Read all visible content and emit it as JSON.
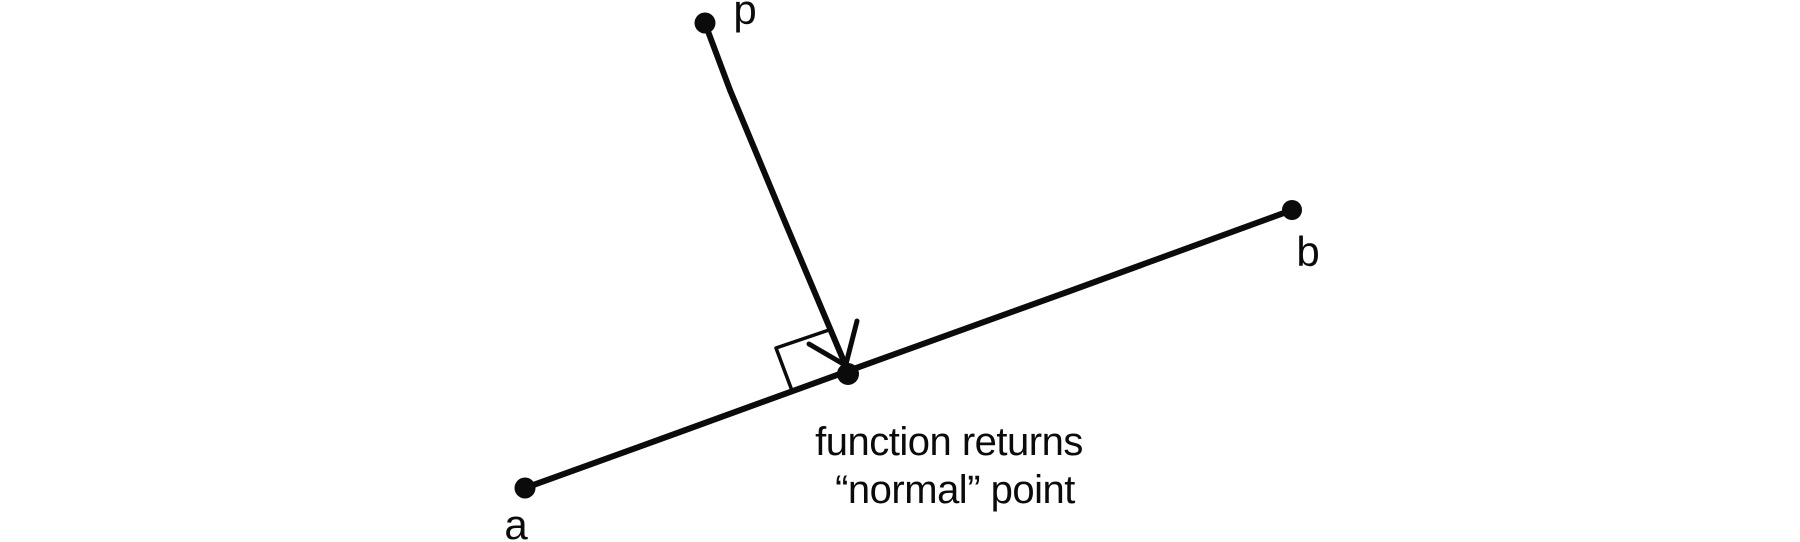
{
  "figure": {
    "type": "geometry-diagram",
    "description": "Vector projection: arrow drawn from point p meets segment ab at a right angle; the perpendicular foot is marked with a dot.",
    "background_color": "#ffffff",
    "ink_color": "#0b0b0b",
    "points": {
      "p": {
        "label": "p"
      },
      "a": {
        "label": "a"
      },
      "b": {
        "label": "b"
      },
      "normal": {
        "label": ""
      }
    },
    "elements": {
      "segment": "line from a to b",
      "arrow": "arrow from p perpendicular onto segment ab",
      "right_angle_marker": "small square at the foot of the perpendicular"
    },
    "caption": {
      "line1": "function returns",
      "line2": "“normal” point"
    }
  }
}
